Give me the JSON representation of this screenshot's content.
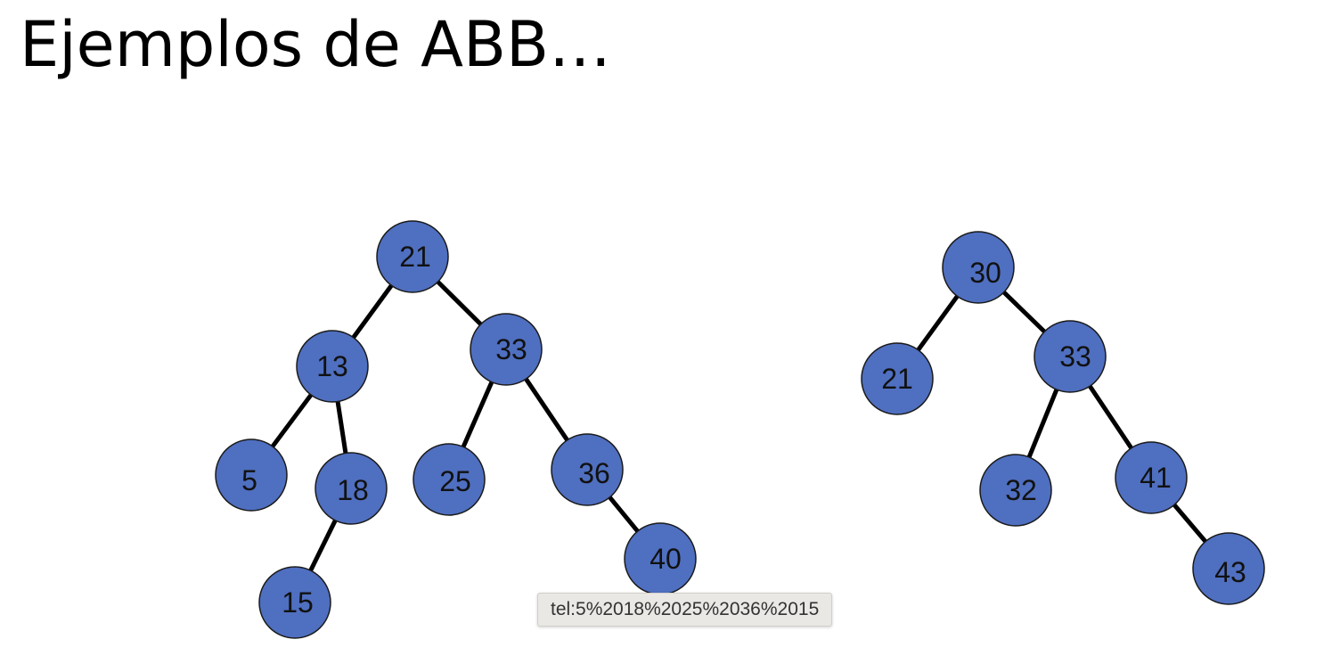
{
  "slide": {
    "title": "Ejemplos de ABB…"
  },
  "colors": {
    "node_fill": "#4f6fc0",
    "edge": "#000000",
    "tooltip_bg": "#eae8e5"
  },
  "trees": [
    {
      "name": "tree-left",
      "nodes": [
        {
          "id": "n21",
          "label": "21"
        },
        {
          "id": "n13",
          "label": "13"
        },
        {
          "id": "n33",
          "label": "33"
        },
        {
          "id": "n5",
          "label": "5"
        },
        {
          "id": "n18",
          "label": "18"
        },
        {
          "id": "n25",
          "label": "25"
        },
        {
          "id": "n36",
          "label": "36"
        },
        {
          "id": "n15",
          "label": "15"
        },
        {
          "id": "n40",
          "label": "40"
        }
      ],
      "edges": [
        [
          "n21",
          "n13"
        ],
        [
          "n21",
          "n33"
        ],
        [
          "n13",
          "n5"
        ],
        [
          "n13",
          "n18"
        ],
        [
          "n18",
          "n15"
        ],
        [
          "n33",
          "n25"
        ],
        [
          "n33",
          "n36"
        ],
        [
          "n36",
          "n40"
        ]
      ]
    },
    {
      "name": "tree-right",
      "nodes": [
        {
          "id": "m30",
          "label": "30"
        },
        {
          "id": "m21",
          "label": "21"
        },
        {
          "id": "m33",
          "label": "33"
        },
        {
          "id": "m32",
          "label": "32"
        },
        {
          "id": "m41",
          "label": "41"
        },
        {
          "id": "m43",
          "label": "43"
        }
      ],
      "edges": [
        [
          "m30",
          "m21"
        ],
        [
          "m30",
          "m33"
        ],
        [
          "m33",
          "m32"
        ],
        [
          "m33",
          "m41"
        ],
        [
          "m41",
          "m43"
        ]
      ]
    }
  ],
  "tooltip": {
    "text": "tel:5%2018%2025%2036%2015"
  }
}
